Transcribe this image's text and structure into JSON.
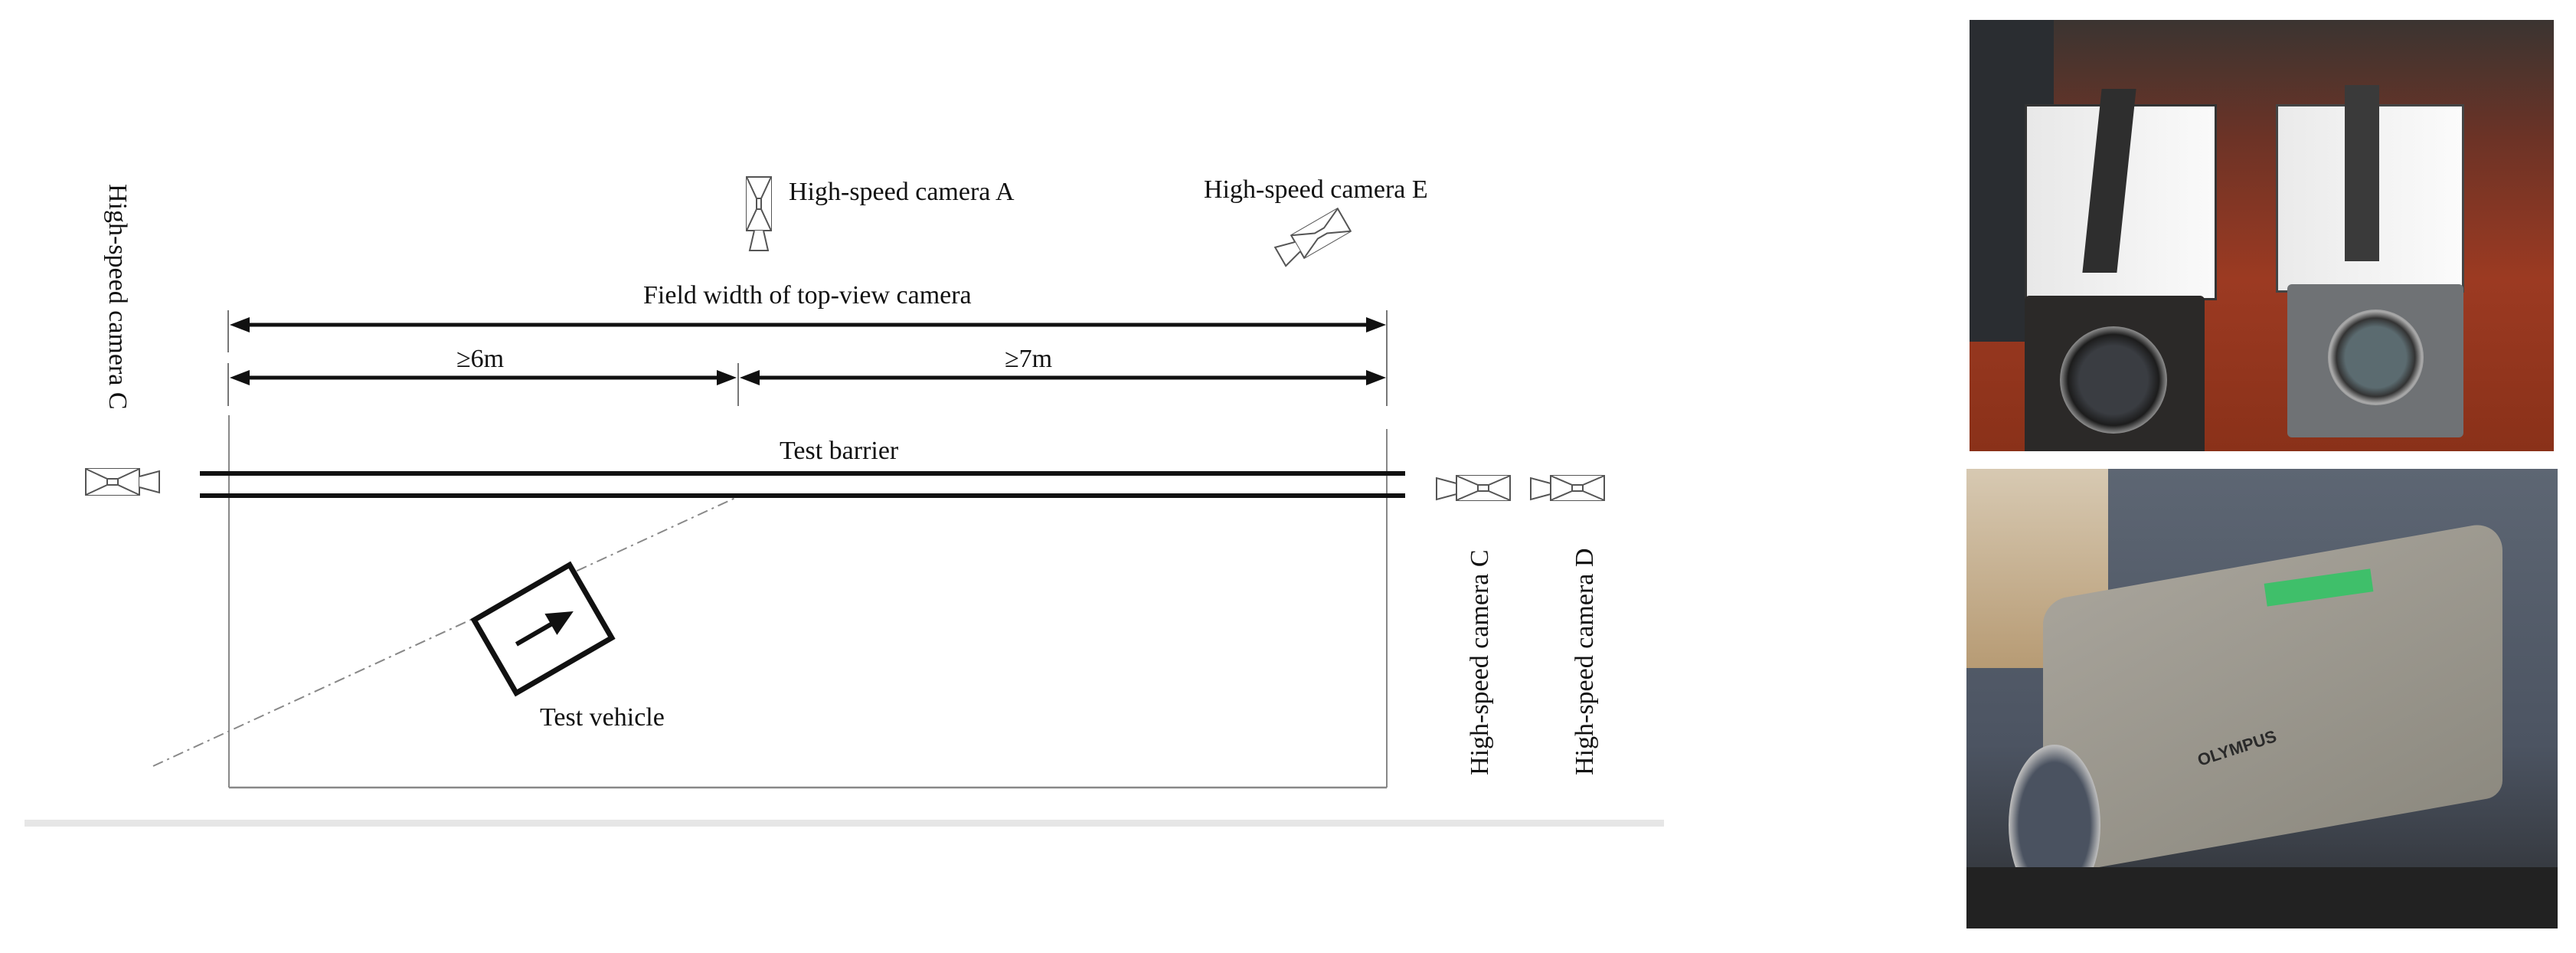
{
  "diagram": {
    "labels": {
      "camera_a": "High-speed camera A",
      "camera_e": "High-speed camera E",
      "camera_c_left": "High-speed camera C",
      "camera_c_right": "High-speed camera C",
      "camera_d": "High-speed camera D",
      "field_width": "Field width of top-view camera",
      "dim_left": "≥6m",
      "dim_right": "≥7m",
      "barrier": "Test barrier",
      "vehicle": "Test vehicle"
    }
  },
  "photos": {
    "top": {
      "description": "two white high-speed cameras on wooden desk"
    },
    "bottom": {
      "description": "grey high-speed camera in foam case",
      "brand": "OLYMPUS"
    }
  },
  "colors": {
    "line": "#111111",
    "thin": "#777777",
    "desk": "#9c3a22",
    "case": "#55606e",
    "camera_body": "#8d8a80"
  }
}
